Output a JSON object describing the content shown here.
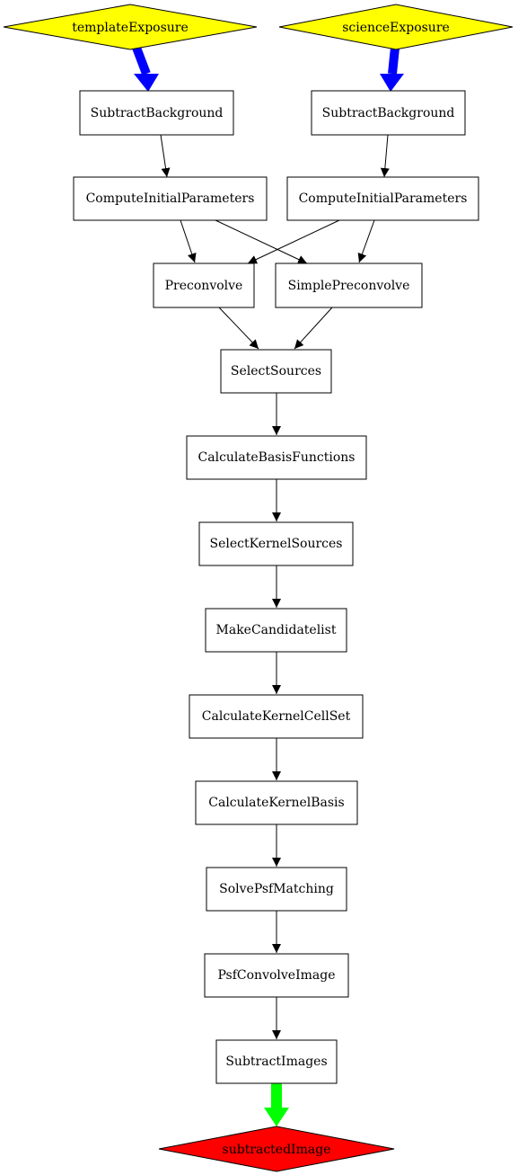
{
  "colors": {
    "input_fill": "#ffff00",
    "output_fill": "#ff0000",
    "input_edge": "#0000ff",
    "output_edge": "#00ff00",
    "node_stroke": "#000000",
    "edge": "#000000"
  },
  "nodes": {
    "template_exposure": "templateExposure",
    "science_exposure": "scienceExposure",
    "subtract_background_left": "SubtractBackground",
    "subtract_background_right": "SubtractBackground",
    "compute_initial_parameters_left": "ComputeInitialParameters",
    "compute_initial_parameters_right": "ComputeInitialParameters",
    "preconvolve": "Preconvolve",
    "simple_preconvolve": "SimplePreconvolve",
    "select_sources": "SelectSources",
    "calculate_basis_functions": "CalculateBasisFunctions",
    "select_kernel_sources": "SelectKernelSources",
    "make_candidatelist": "MakeCandidatelist",
    "calculate_kernel_cell_set": "CalculateKernelCellSet",
    "calculate_kernel_basis": "CalculateKernelBasis",
    "solve_psf_matching": "SolvePsfMatching",
    "psf_convolve_image": "PsfConvolveImage",
    "subtract_images": "SubtractImages",
    "subtracted_image": "subtractedImage"
  }
}
